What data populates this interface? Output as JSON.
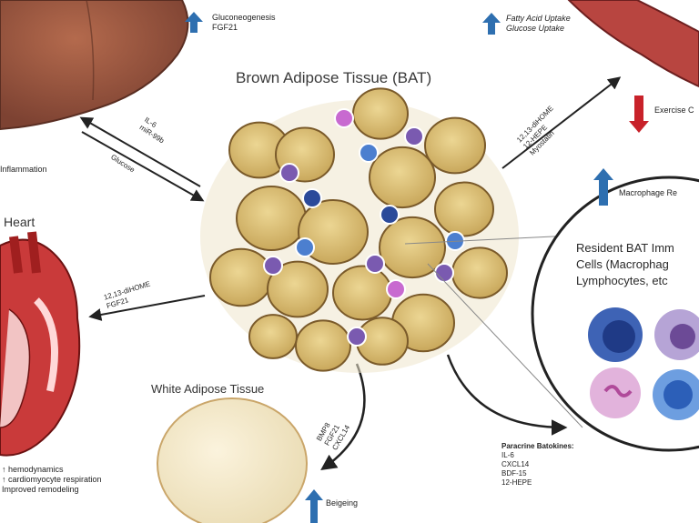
{
  "diagram": {
    "bat_title": "Brown Adipose Tissue (BAT)",
    "wat_title": "White Adipose Tissue",
    "heart_title": "Heart",
    "liver": {
      "effects": [
        "Gluconeogenesis",
        "FGF21"
      ],
      "inflammation": "Inflammation",
      "to_liver_labels": [
        "IL-6",
        "miR-99b"
      ],
      "from_liver_label": "Glucose"
    },
    "muscle": {
      "effects": [
        "Fatty Acid Uptake",
        "Glucose Uptake"
      ],
      "exercise": "Exercise C",
      "signals": [
        "12,13-diHOME",
        "12-HEPE",
        "Myostatin"
      ]
    },
    "heart": {
      "signals": [
        "12,13-diHOME",
        "FGF21"
      ],
      "effects": [
        "↑ hemodynamics",
        "↑ cardiomyocyte respiration",
        "Improved remodeling"
      ]
    },
    "wat": {
      "signals": [
        "BMP8",
        "FGF21",
        "CXCL14"
      ],
      "effect": "Beigeing"
    },
    "immune": {
      "macrophage_label": "Macrophage Re",
      "inset_lines": [
        "Resident BAT Imm",
        "Cells (Macrophag",
        "Lymphocytes, etc"
      ]
    },
    "paracrine": {
      "title": "Paracrine Batokines:",
      "items": [
        "IL-6",
        "CXCL14",
        "BDF-15",
        "12-HEPE"
      ]
    },
    "colors": {
      "up_arrow": "#2e6fb0",
      "down_arrow": "#c8222a",
      "liver": "#9a5a40",
      "muscle": "#b43c3a",
      "adipocyte": "#d9c07a",
      "immune_purple": "#7a5ab0",
      "immune_blue": "#4c7fcf"
    }
  }
}
